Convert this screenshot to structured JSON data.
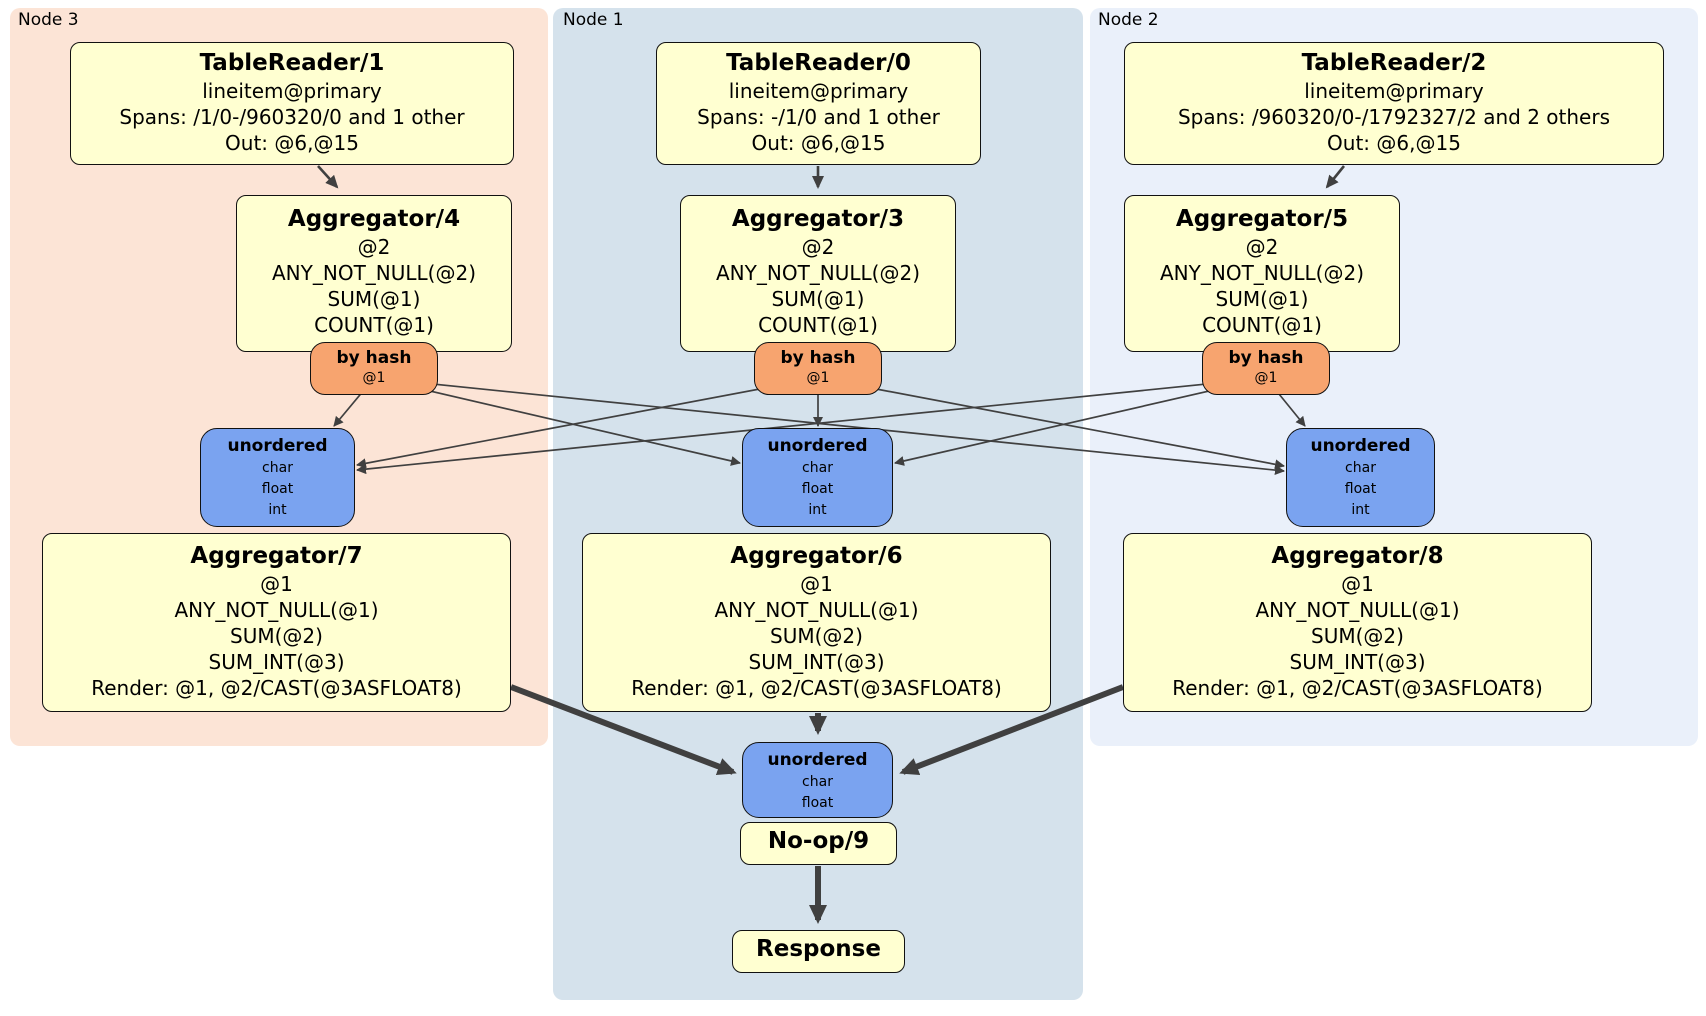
{
  "groups": [
    {
      "label": "Node 3",
      "table_reader": {
        "title": "TableReader/1",
        "table": "lineitem@primary",
        "spans": "Spans: /1/0-/960320/0 and 1 other",
        "out": "Out: @6,@15"
      },
      "aggregator_top": {
        "title": "Aggregator/4",
        "lines": [
          "@2",
          "ANY_NOT_NULL(@2)",
          "SUM(@1)",
          "COUNT(@1)"
        ]
      },
      "router": {
        "title": "by hash",
        "detail": "@1"
      },
      "stream": {
        "title": "unordered",
        "types": [
          "char",
          "float",
          "int"
        ]
      },
      "aggregator_bottom": {
        "title": "Aggregator/7",
        "lines": [
          "@1",
          "ANY_NOT_NULL(@1)",
          "SUM(@2)",
          "SUM_INT(@3)",
          "Render: @1, @2/CAST(@3ASFLOAT8)"
        ]
      }
    },
    {
      "label": "Node 1",
      "table_reader": {
        "title": "TableReader/0",
        "table": "lineitem@primary",
        "spans": "Spans: -/1/0 and 1 other",
        "out": "Out: @6,@15"
      },
      "aggregator_top": {
        "title": "Aggregator/3",
        "lines": [
          "@2",
          "ANY_NOT_NULL(@2)",
          "SUM(@1)",
          "COUNT(@1)"
        ]
      },
      "router": {
        "title": "by hash",
        "detail": "@1"
      },
      "stream": {
        "title": "unordered",
        "types": [
          "char",
          "float",
          "int"
        ]
      },
      "aggregator_bottom": {
        "title": "Aggregator/6",
        "lines": [
          "@1",
          "ANY_NOT_NULL(@1)",
          "SUM(@2)",
          "SUM_INT(@3)",
          "Render: @1, @2/CAST(@3ASFLOAT8)"
        ]
      }
    },
    {
      "label": "Node 2",
      "table_reader": {
        "title": "TableReader/2",
        "table": "lineitem@primary",
        "spans": "Spans: /960320/0-/1792327/2 and 2 others",
        "out": "Out: @6,@15"
      },
      "aggregator_top": {
        "title": "Aggregator/5",
        "lines": [
          "@2",
          "ANY_NOT_NULL(@2)",
          "SUM(@1)",
          "COUNT(@1)"
        ]
      },
      "router": {
        "title": "by hash",
        "detail": "@1"
      },
      "stream": {
        "title": "unordered",
        "types": [
          "char",
          "float",
          "int"
        ]
      },
      "aggregator_bottom": {
        "title": "Aggregator/8",
        "lines": [
          "@1",
          "ANY_NOT_NULL(@1)",
          "SUM(@2)",
          "SUM_INT(@3)",
          "Render: @1, @2/CAST(@3ASFLOAT8)"
        ]
      }
    }
  ],
  "final": {
    "stream": {
      "title": "unordered",
      "types": [
        "char",
        "float"
      ]
    },
    "noop": "No-op/9",
    "response": "Response"
  },
  "colors": {
    "node3_bg": "#fce4d6",
    "node1_bg": "#d5e2ec",
    "node2_bg": "#eaf0fa",
    "box_yellow": "#ffffd1",
    "router_orange": "#f7a46f",
    "stream_blue": "#7aa3f0",
    "edge": "#404040"
  }
}
